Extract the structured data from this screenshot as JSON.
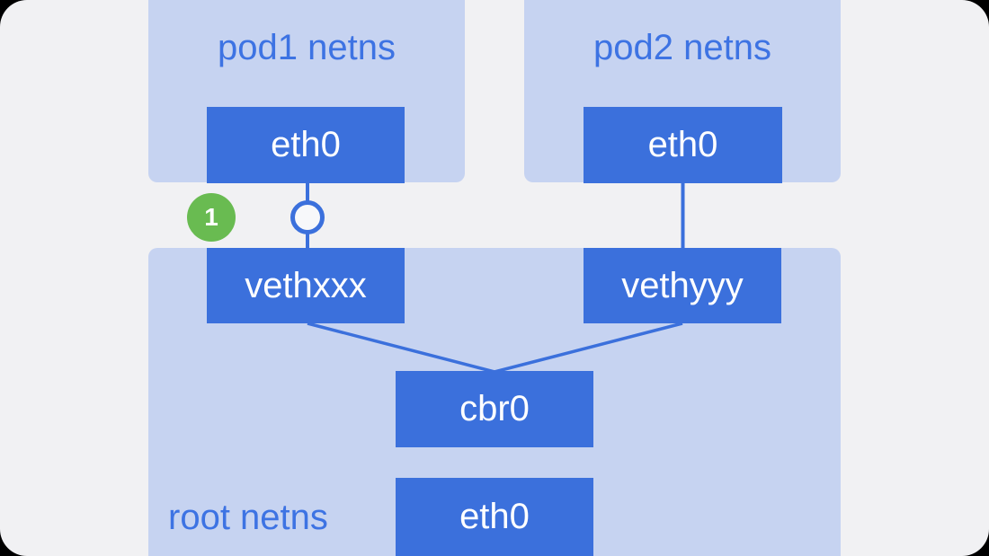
{
  "colors": {
    "outer_bg": "#000000",
    "canvas_bg": "#f1f1f3",
    "namespace_fill": "#c6d3f1",
    "namespace_label_text": "#3d73e3",
    "node_fill": "#3b70dc",
    "node_text": "#ffffff",
    "connector": "#3b70dc",
    "marker_fill": "#f7f8fa",
    "badge_fill": "#69bb51",
    "badge_text": "#ffffff"
  },
  "namespaces": {
    "pod1": {
      "label": "pod1 netns",
      "nodes": {
        "eth0": "eth0"
      }
    },
    "pod2": {
      "label": "pod2 netns",
      "nodes": {
        "eth0": "eth0"
      }
    },
    "root": {
      "label": "root netns",
      "nodes": {
        "veth_left": "vethxxx",
        "veth_right": "vethyyy",
        "bridge": "cbr0",
        "eth0": "eth0"
      }
    }
  },
  "annotations": {
    "step_badge": "1"
  }
}
